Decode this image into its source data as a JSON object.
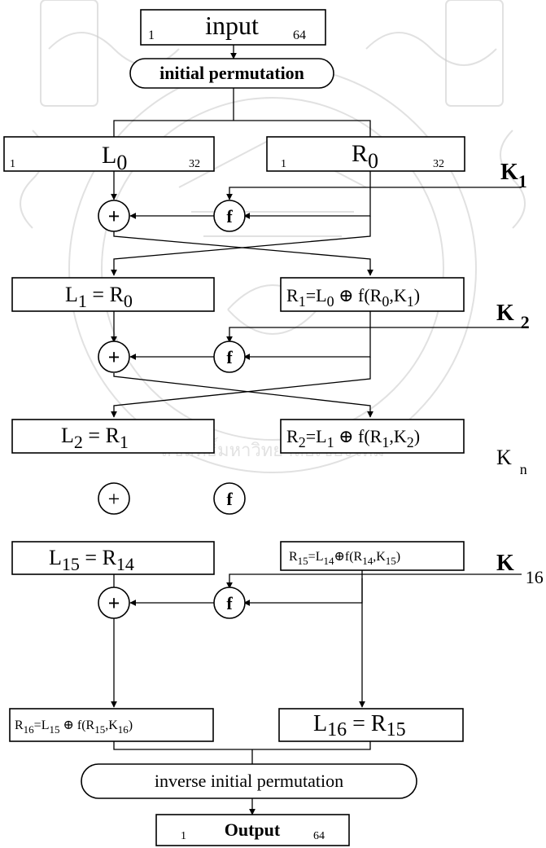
{
  "input_box": {
    "left_bit": "1",
    "label": "input",
    "right_bit": "64"
  },
  "initial_permutation": {
    "label": "initial permutation"
  },
  "round0": {
    "left": {
      "left_bit": "1",
      "right_bit": "32",
      "name": "L",
      "sub": "0"
    },
    "right": {
      "left_bit": "1",
      "right_bit": "32",
      "name": "R",
      "sub": "0"
    },
    "key": {
      "name": "K",
      "sub": "1"
    }
  },
  "round1": {
    "left": {
      "a": "L",
      "a_sub": "1",
      "eq": " = ",
      "b": "R",
      "b_sub": "0"
    },
    "right": {
      "a": "R",
      "a_sub": "1",
      "eq": "=",
      "b": "L",
      "b_sub": "0",
      "op": " ⊕ ",
      "f": "f(R",
      "f_sub1": "0",
      "comma": ",K",
      "f_sub2": "1",
      "close": ")"
    },
    "key": {
      "name": "K",
      "sub": "2"
    }
  },
  "round2": {
    "left": {
      "a": "L",
      "a_sub": "2",
      "eq": " = ",
      "b": "R",
      "b_sub": "1"
    },
    "right": {
      "a": "R",
      "a_sub": "2",
      "eq": "=",
      "b": "L",
      "b_sub": "1",
      "op": " ⊕ ",
      "f": "f(R",
      "f_sub1": "1",
      "comma": ",K",
      "f_sub2": "2",
      "close": ")"
    },
    "key": {
      "name": "K",
      "sub": "n"
    }
  },
  "round15": {
    "left": {
      "a": "L",
      "a_sub": "15",
      "eq": " = ",
      "b": "R",
      "b_sub": "14"
    },
    "right": {
      "a": "R",
      "a_sub": "15",
      "eq": "=",
      "b": "L",
      "b_sub": "14",
      "op": "⊕",
      "f": "f(R",
      "f_sub1": "14",
      "comma": ",K",
      "f_sub2": "15",
      "close": ")"
    },
    "key": {
      "name": "K",
      "sub": "16"
    }
  },
  "round16": {
    "left": {
      "a": "R",
      "a_sub": "16",
      "eq": "=",
      "b": "L",
      "b_sub": "15",
      "op": " ⊕ ",
      "f": "f(R",
      "f_sub1": "15",
      "comma": ",K",
      "f_sub2": "16",
      "close": ")"
    },
    "right": {
      "a": "L",
      "a_sub": "16",
      "eq": " = ",
      "b": "R",
      "b_sub": "15"
    }
  },
  "symbols": {
    "xor": "+",
    "f": "f"
  },
  "inverse_permutation": {
    "label": "inverse initial permutation"
  },
  "output_box": {
    "left_bit": "1",
    "label": "Output",
    "right_bit": "64"
  },
  "watermark": {
    "text": "ลิขสิทธิ์มหาวิทยาลัยเชียงใหม่"
  }
}
